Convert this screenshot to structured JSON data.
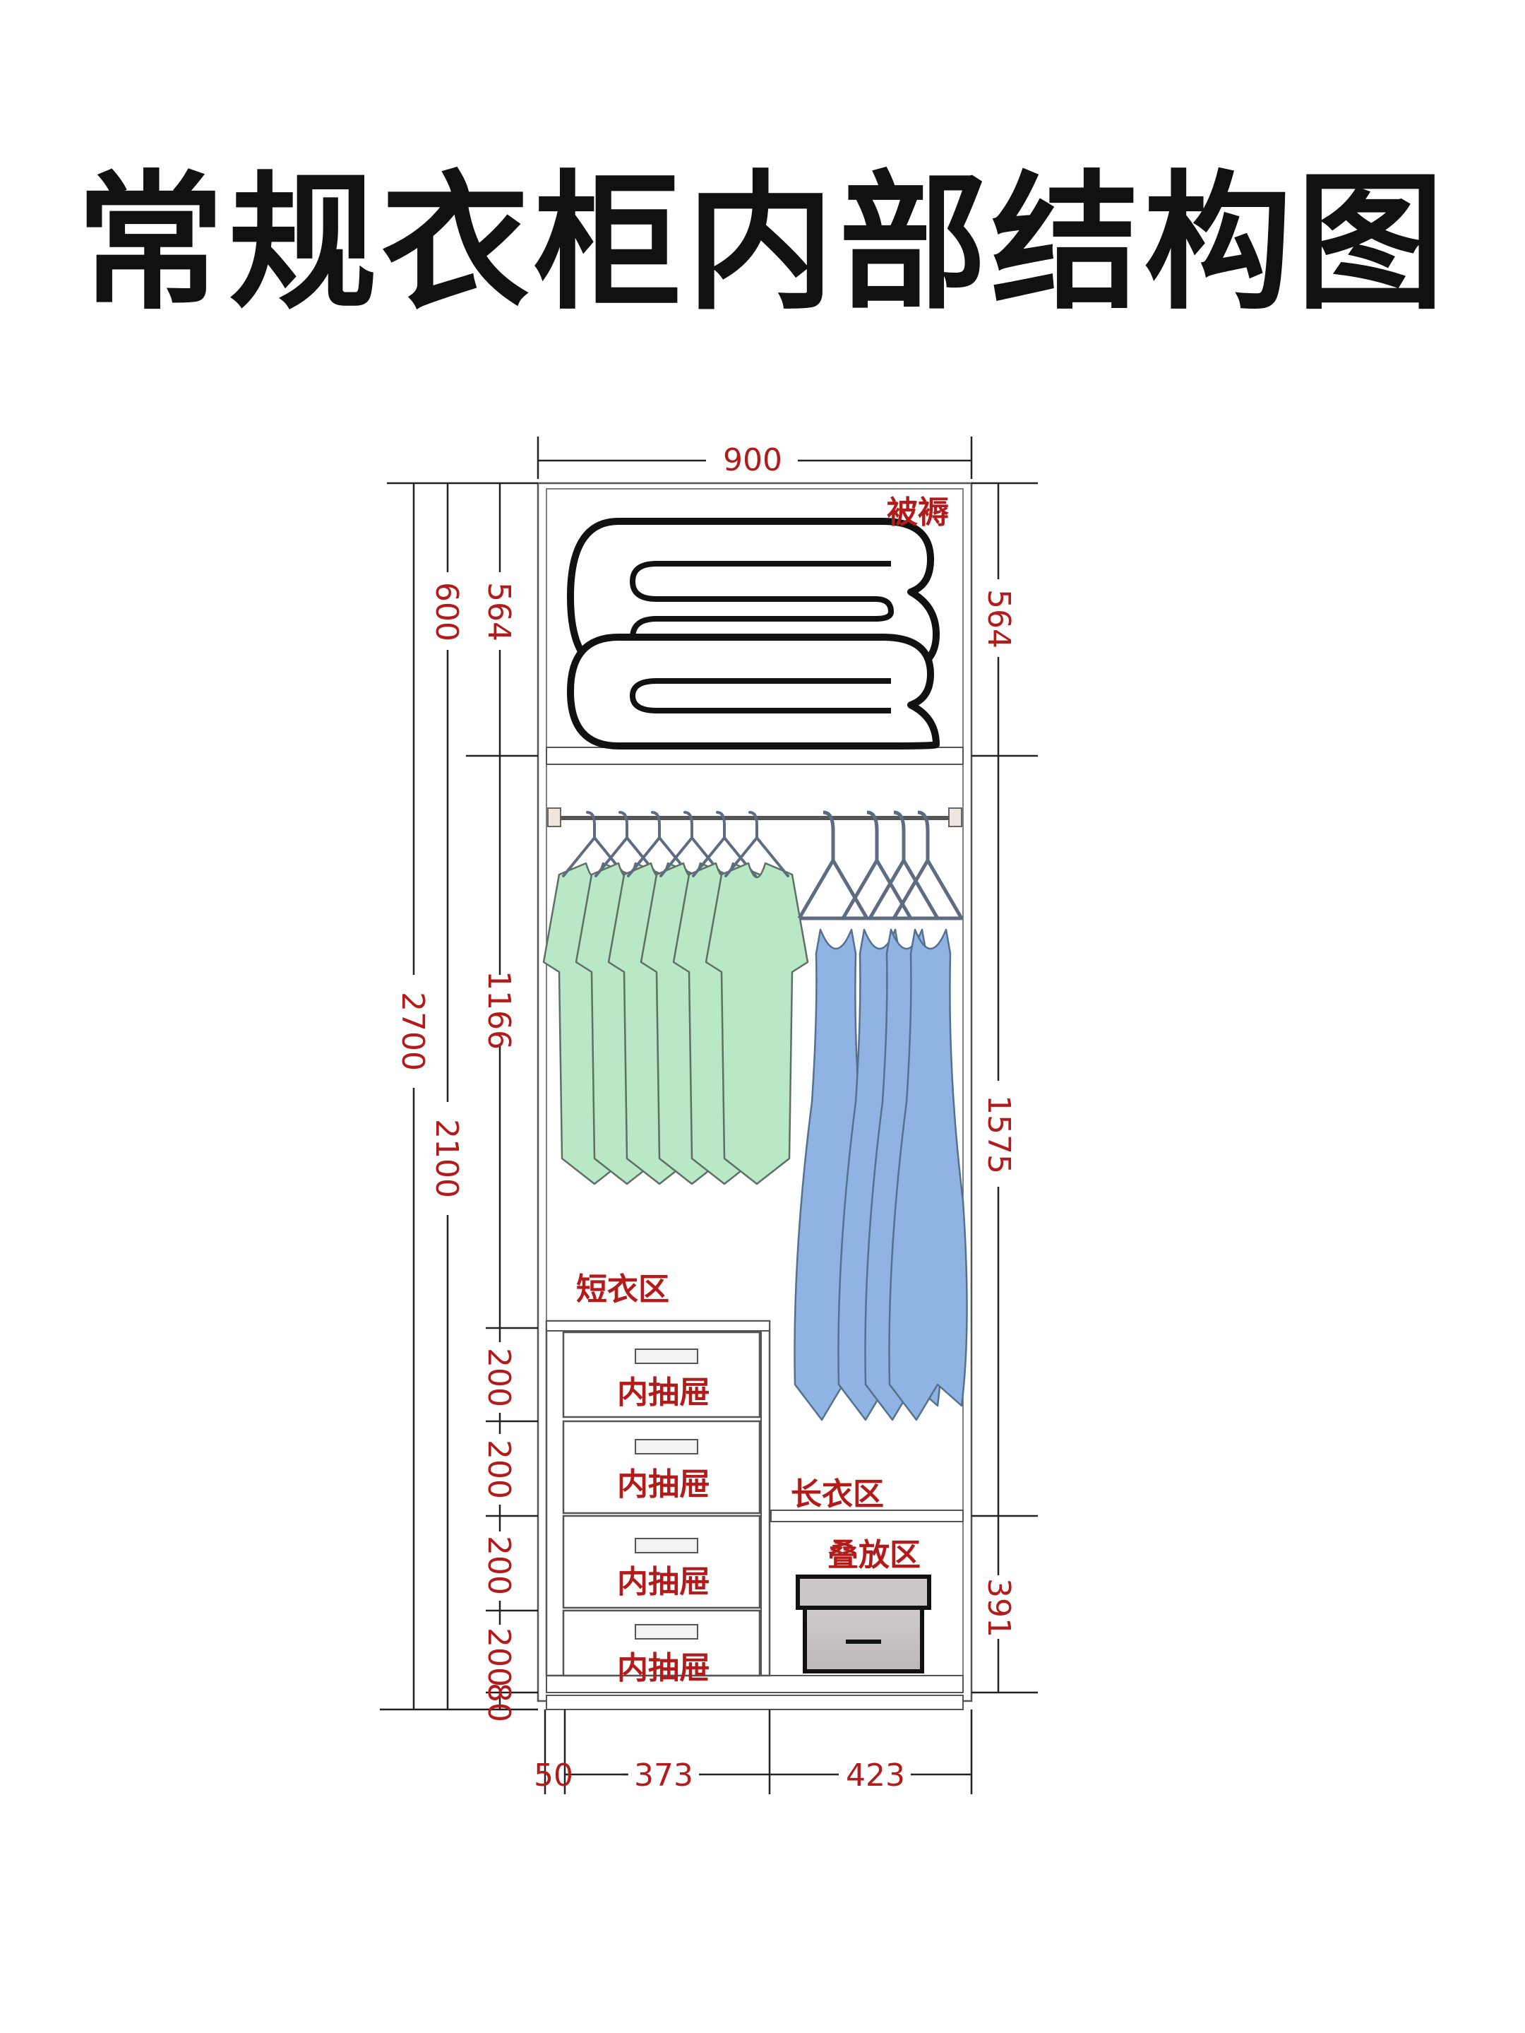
{
  "title": "常规衣柜内部结构图",
  "colors": {
    "dimension_text": "#b31b1b",
    "short_clothes": "#b9e8c6",
    "long_clothes": "#8fb3e2",
    "box": "#c9c4c4",
    "hanger": "#5d6c80"
  },
  "dimensions": {
    "total_width": "900",
    "left_outer": {
      "total_height": "2700",
      "upper": "600",
      "lower": "2100"
    },
    "left_inner": {
      "quilt_zone": "564",
      "hanging_zone": "1166",
      "drawer_1": "200",
      "drawer_2": "200",
      "drawer_3": "200",
      "drawer_4": "200",
      "base": "80"
    },
    "right": {
      "quilt_zone": "564",
      "long_hanging": "1575",
      "stack_zone": "391"
    },
    "bottom": {
      "side_panel": "50",
      "drawer_width": "373",
      "stack_width": "423"
    }
  },
  "zones": {
    "quilt": "被褥",
    "short_clothes": "短衣区",
    "long_clothes": "长衣区",
    "stack": "叠放区",
    "drawer_label": "内抽屉"
  },
  "icons": [
    "folded-quilt-icon",
    "short-shirt-icon",
    "long-dress-icon",
    "hanger-icon",
    "storage-box-icon",
    "drawer-handle-icon"
  ]
}
